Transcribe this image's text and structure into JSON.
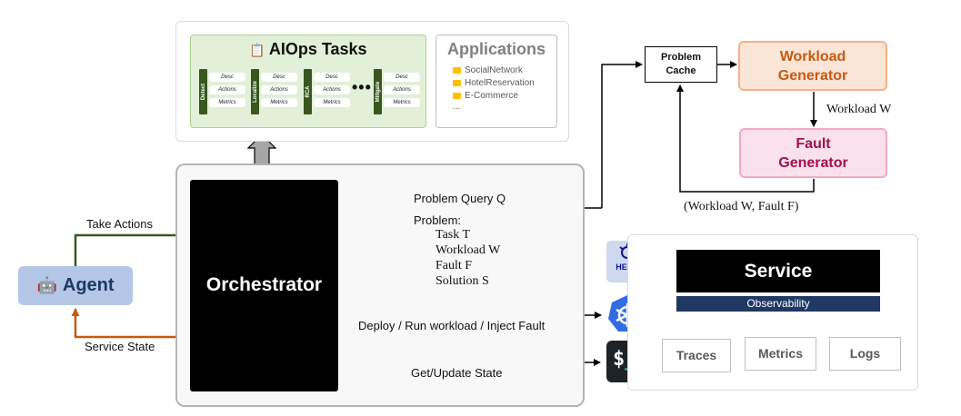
{
  "tasks": {
    "title": "AIOps Tasks",
    "stages": [
      {
        "name": "Detect",
        "chips": [
          "Desc",
          "Actions",
          "Metrics"
        ]
      },
      {
        "name": "Localize",
        "chips": [
          "Desc",
          "Actions",
          "Metrics"
        ]
      },
      {
        "name": "RCA",
        "chips": [
          "Desc",
          "Actions",
          "Metrics"
        ]
      },
      {
        "name": "Mitigate",
        "chips": [
          "Desc",
          "Actions",
          "Metrics"
        ]
      }
    ],
    "ellipsis": "•••"
  },
  "applications": {
    "title": "Applications",
    "items": [
      "SocialNetwork",
      "HotelReservation",
      "E-Commerce"
    ],
    "more": "..."
  },
  "orchestrator": {
    "label": "Orchestrator"
  },
  "agent": {
    "label": "Agent",
    "icon": "robot-icon"
  },
  "edges": {
    "take_actions": "Take Actions",
    "service_state": "Service State",
    "problem_query": "Problem Query Q",
    "deploy": "Deploy / Run workload / Inject Fault",
    "get_update": "Get/Update State",
    "workload_w": "Workload W",
    "workload_fault": "(Workload W, Fault F)"
  },
  "problem": {
    "header": "Problem:",
    "lines": [
      "Task T",
      "Workload W",
      "Fault F",
      "Solution S"
    ]
  },
  "problem_cache": {
    "line1": "Problem",
    "line2": "Cache"
  },
  "workload_generator": {
    "line1": "Workload",
    "line2": "Generator"
  },
  "fault_generator": {
    "line1": "Fault",
    "line2": "Generator"
  },
  "service": {
    "label": "Service",
    "observability": "Observability"
  },
  "telemetry": {
    "traces": "Traces",
    "metrics": "Metrics",
    "logs": "Logs"
  },
  "tools": {
    "helm": "HELM",
    "kubernetes": "kubernetes-icon",
    "terminal": "$"
  },
  "colors": {
    "tasks_bg": "#e2efd9",
    "tasks_border": "#a9d18e",
    "stage_bar": "#38571e",
    "agent_bg": "#b4c7e7",
    "take_actions_arrow": "#38571e",
    "service_state_arrow": "#c55a11",
    "workload_text": "#c55a11",
    "fault_text": "#a0114e",
    "observability_bg": "#1f3864"
  }
}
